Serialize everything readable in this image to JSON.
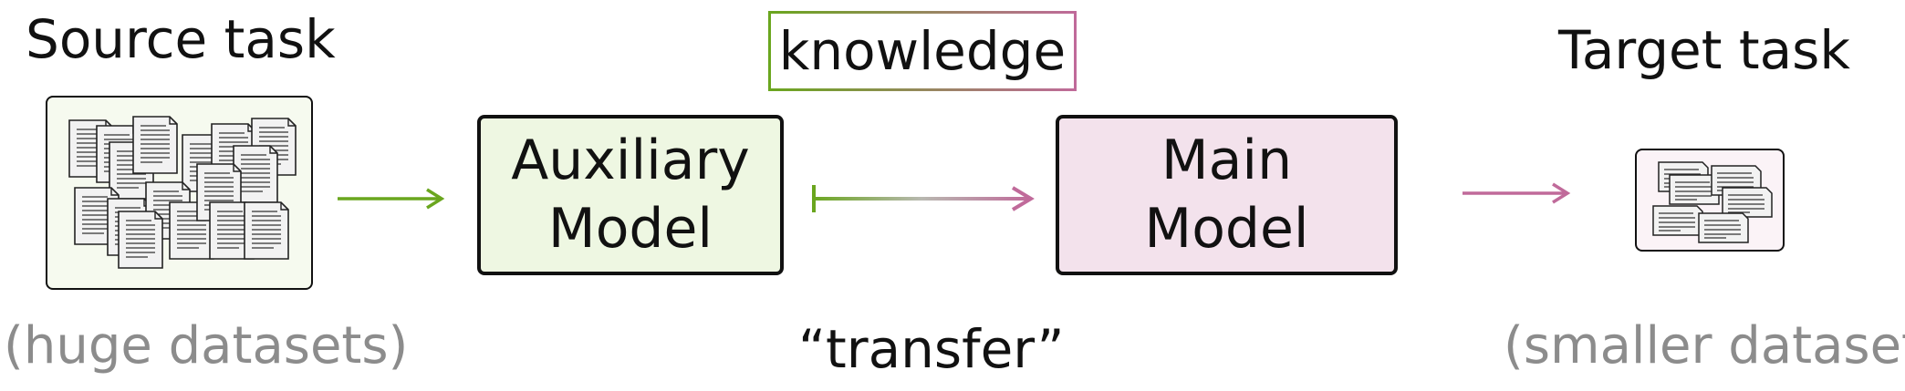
{
  "source": {
    "title": "Source task",
    "caption": "(huge datasets)"
  },
  "target": {
    "title": "Target task",
    "caption": "(smaller dataset)"
  },
  "knowledge": {
    "label": "knowledge"
  },
  "transfer": {
    "label": "“transfer”"
  },
  "auxiliary_model": {
    "line1": "Auxiliary",
    "line2": "Model"
  },
  "main_model": {
    "line1": "Main",
    "line2": "Model"
  },
  "colors": {
    "green": "#6aa61e",
    "pink": "#c06a9a",
    "aux_fill": "#eef7e2",
    "main_fill": "#f3e2ec",
    "doc_bg": "#f6faef",
    "doc_bg2": "#fbf3f7"
  }
}
